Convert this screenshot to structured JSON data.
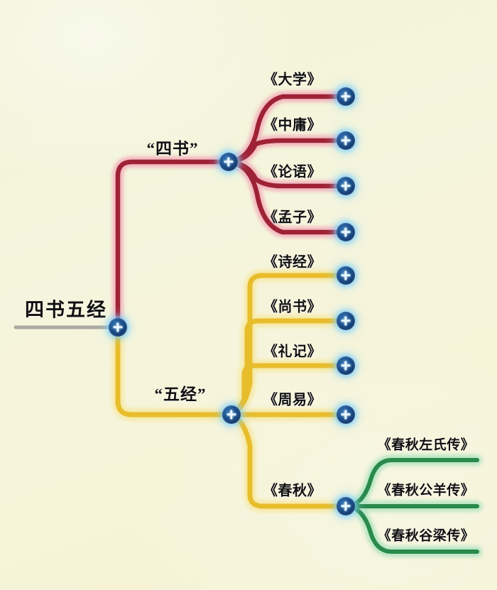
{
  "diagram": {
    "title": "四书五经",
    "background_color": "#f4f4da",
    "root": {
      "label": "四书五经",
      "underline_color": "#9a9a92"
    },
    "branches": [
      {
        "key": "sishu",
        "label": "“四书”",
        "color": "#9e2236",
        "glow_color": "#f6c9ce",
        "leaves": [
          {
            "label": "《大学》"
          },
          {
            "label": "《中庸》"
          },
          {
            "label": "《论语》"
          },
          {
            "label": "《孟子》"
          }
        ]
      },
      {
        "key": "wujing",
        "label": "“五经”",
        "color": "#e8bd2c",
        "glow_color": "#faeeb0",
        "leaves": [
          {
            "label": "《诗经》"
          },
          {
            "label": "《尚书》"
          },
          {
            "label": "《礼记》"
          },
          {
            "label": "《周易》"
          },
          {
            "label": "《春秋》",
            "sub_color": "#2a8a4c",
            "sub_glow_color": "#bfe8c9",
            "children": [
              {
                "label": "《春秋左氏传》"
              },
              {
                "label": "《春秋公羊传》"
              },
              {
                "label": "《春秋谷梁传》"
              }
            ]
          }
        ]
      }
    ],
    "node_icon": "plus-node-icon"
  }
}
